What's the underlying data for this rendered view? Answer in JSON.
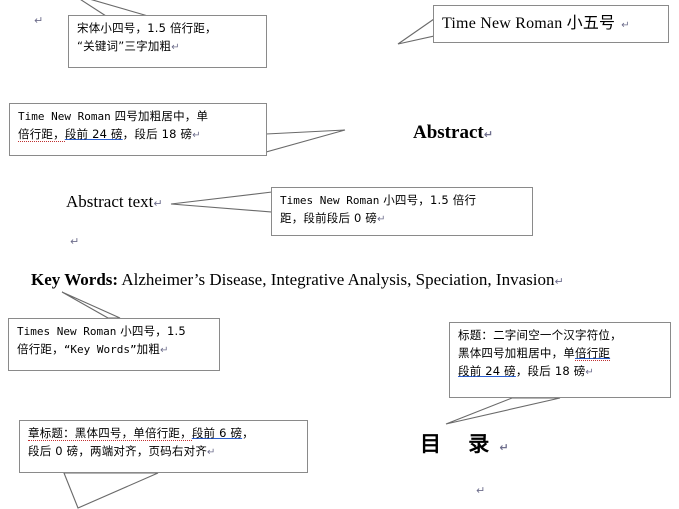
{
  "document": {
    "paragraph_mark": "↵",
    "headings": {
      "abstract": "Abstract",
      "abstract_text": "Abstract text",
      "toc": "目  录"
    },
    "keywords": {
      "label": "Key Words:",
      "value": " Alzheimer’s Disease, Integrative Analysis, Speciation, Invasion"
    }
  },
  "annotations": {
    "keywords_font_note": {
      "line1": "宋体小四号，1.5 倍行距，",
      "line2_a": "“关键词”三字加粗"
    },
    "smallfive_note": {
      "text": "Time New Roman 小五号"
    },
    "abstract_heading_note": {
      "line1_mono": "Time New Roman",
      "line1_cn": " 四号加粗居中，单",
      "line2_a": "倍行距，",
      "line2_ul": "段前 24 磅",
      "line2_b": "，段后 18 磅"
    },
    "abstract_body_note": {
      "line1_mono": "Times New Roman",
      "line1_cn": " 小四号，1.5 倍行",
      "line2": "距，段前段后 0 磅"
    },
    "keywords_para_note": {
      "line1_mono": "Times New Roman",
      "line1_cn": " 小四号，1.5",
      "line2_a": "倍行距，",
      "line2_mono": "“Key Words”",
      "line2_b": "加粗"
    },
    "toc_title_note": {
      "line1": "标题：二字间空一个汉字符位，",
      "line2_a": "黑体四号加粗居中，单",
      "line2_ul": "倍行距",
      "line3_ul": "段前 24 磅",
      "line3_b": "，段后 18 磅"
    },
    "chapter_title_note": {
      "line1_a": "章标题：黑体四号，单倍行距，",
      "line1_ul": "段前 6 磅",
      "line1_b": "，",
      "line2": "段后 0 磅，两端对齐，页码右对齐"
    }
  },
  "colors": {
    "callout_border": "#8a8a8a",
    "link_underline": "#2b5fd0",
    "paragraph_mark": "#6e6e8c",
    "spellcheck_squiggle": "#c03030",
    "text": "#000000",
    "background": "#ffffff"
  }
}
